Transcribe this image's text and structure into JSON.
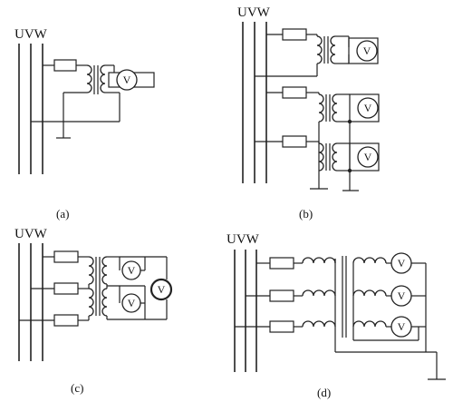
{
  "figure": {
    "phase_labels": {
      "a": "UVW",
      "b": "UVW",
      "c": "UVW",
      "d": "UVW"
    },
    "captions": {
      "a": "(a)",
      "b": "(b)",
      "c": "(c)",
      "d": "(d)"
    },
    "meter_symbol": "V",
    "icons": {
      "fuse": "fuse-symbol",
      "transformer": "transformer-coil-symbol",
      "voltmeter": "voltmeter-symbol",
      "ground": "ground-symbol"
    }
  }
}
